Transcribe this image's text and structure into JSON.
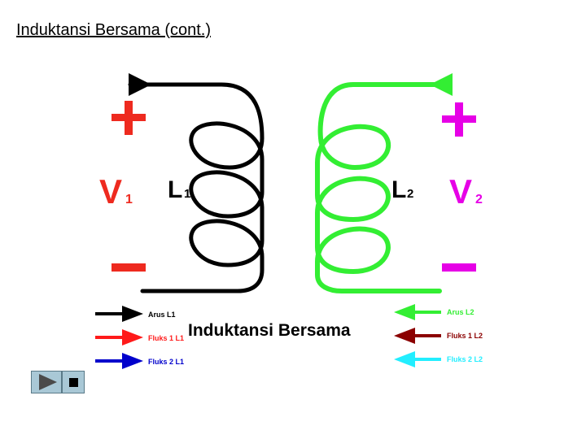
{
  "slide": {
    "title": "Induktansi Bersama (cont.)"
  },
  "diagram": {
    "center_label": "Induktansi Bersama",
    "left": {
      "plus": "+",
      "minus": "−",
      "voltage": "V",
      "voltage_sub": "1",
      "inductor": "L",
      "inductor_sub": "1"
    },
    "right": {
      "plus": "+",
      "minus": "−",
      "voltage": "V",
      "voltage_sub": "2",
      "inductor": "L",
      "inductor_sub": "2"
    },
    "legend_left": [
      {
        "label": "Arus L1",
        "color": "#000000"
      },
      {
        "label": "Fluks 1 L1",
        "color": "#ff1a1a"
      },
      {
        "label": "Fluks 2 L1",
        "color": "#0000cc"
      }
    ],
    "legend_right": [
      {
        "label": "Arus L2",
        "color": "#33ee33"
      },
      {
        "label": "Fluks 1 L2",
        "color": "#8b0000"
      },
      {
        "label": "Fluks 2 L2",
        "color": "#22eeff"
      }
    ]
  },
  "colors": {
    "coil1": "#000000",
    "coil2": "#33ee33",
    "red": "#ee2a1f",
    "magenta": "#e600e6",
    "button_bg": "#a9c8d6"
  },
  "controls": {
    "play_icon": "play-icon",
    "stop_icon": "stop-icon"
  }
}
